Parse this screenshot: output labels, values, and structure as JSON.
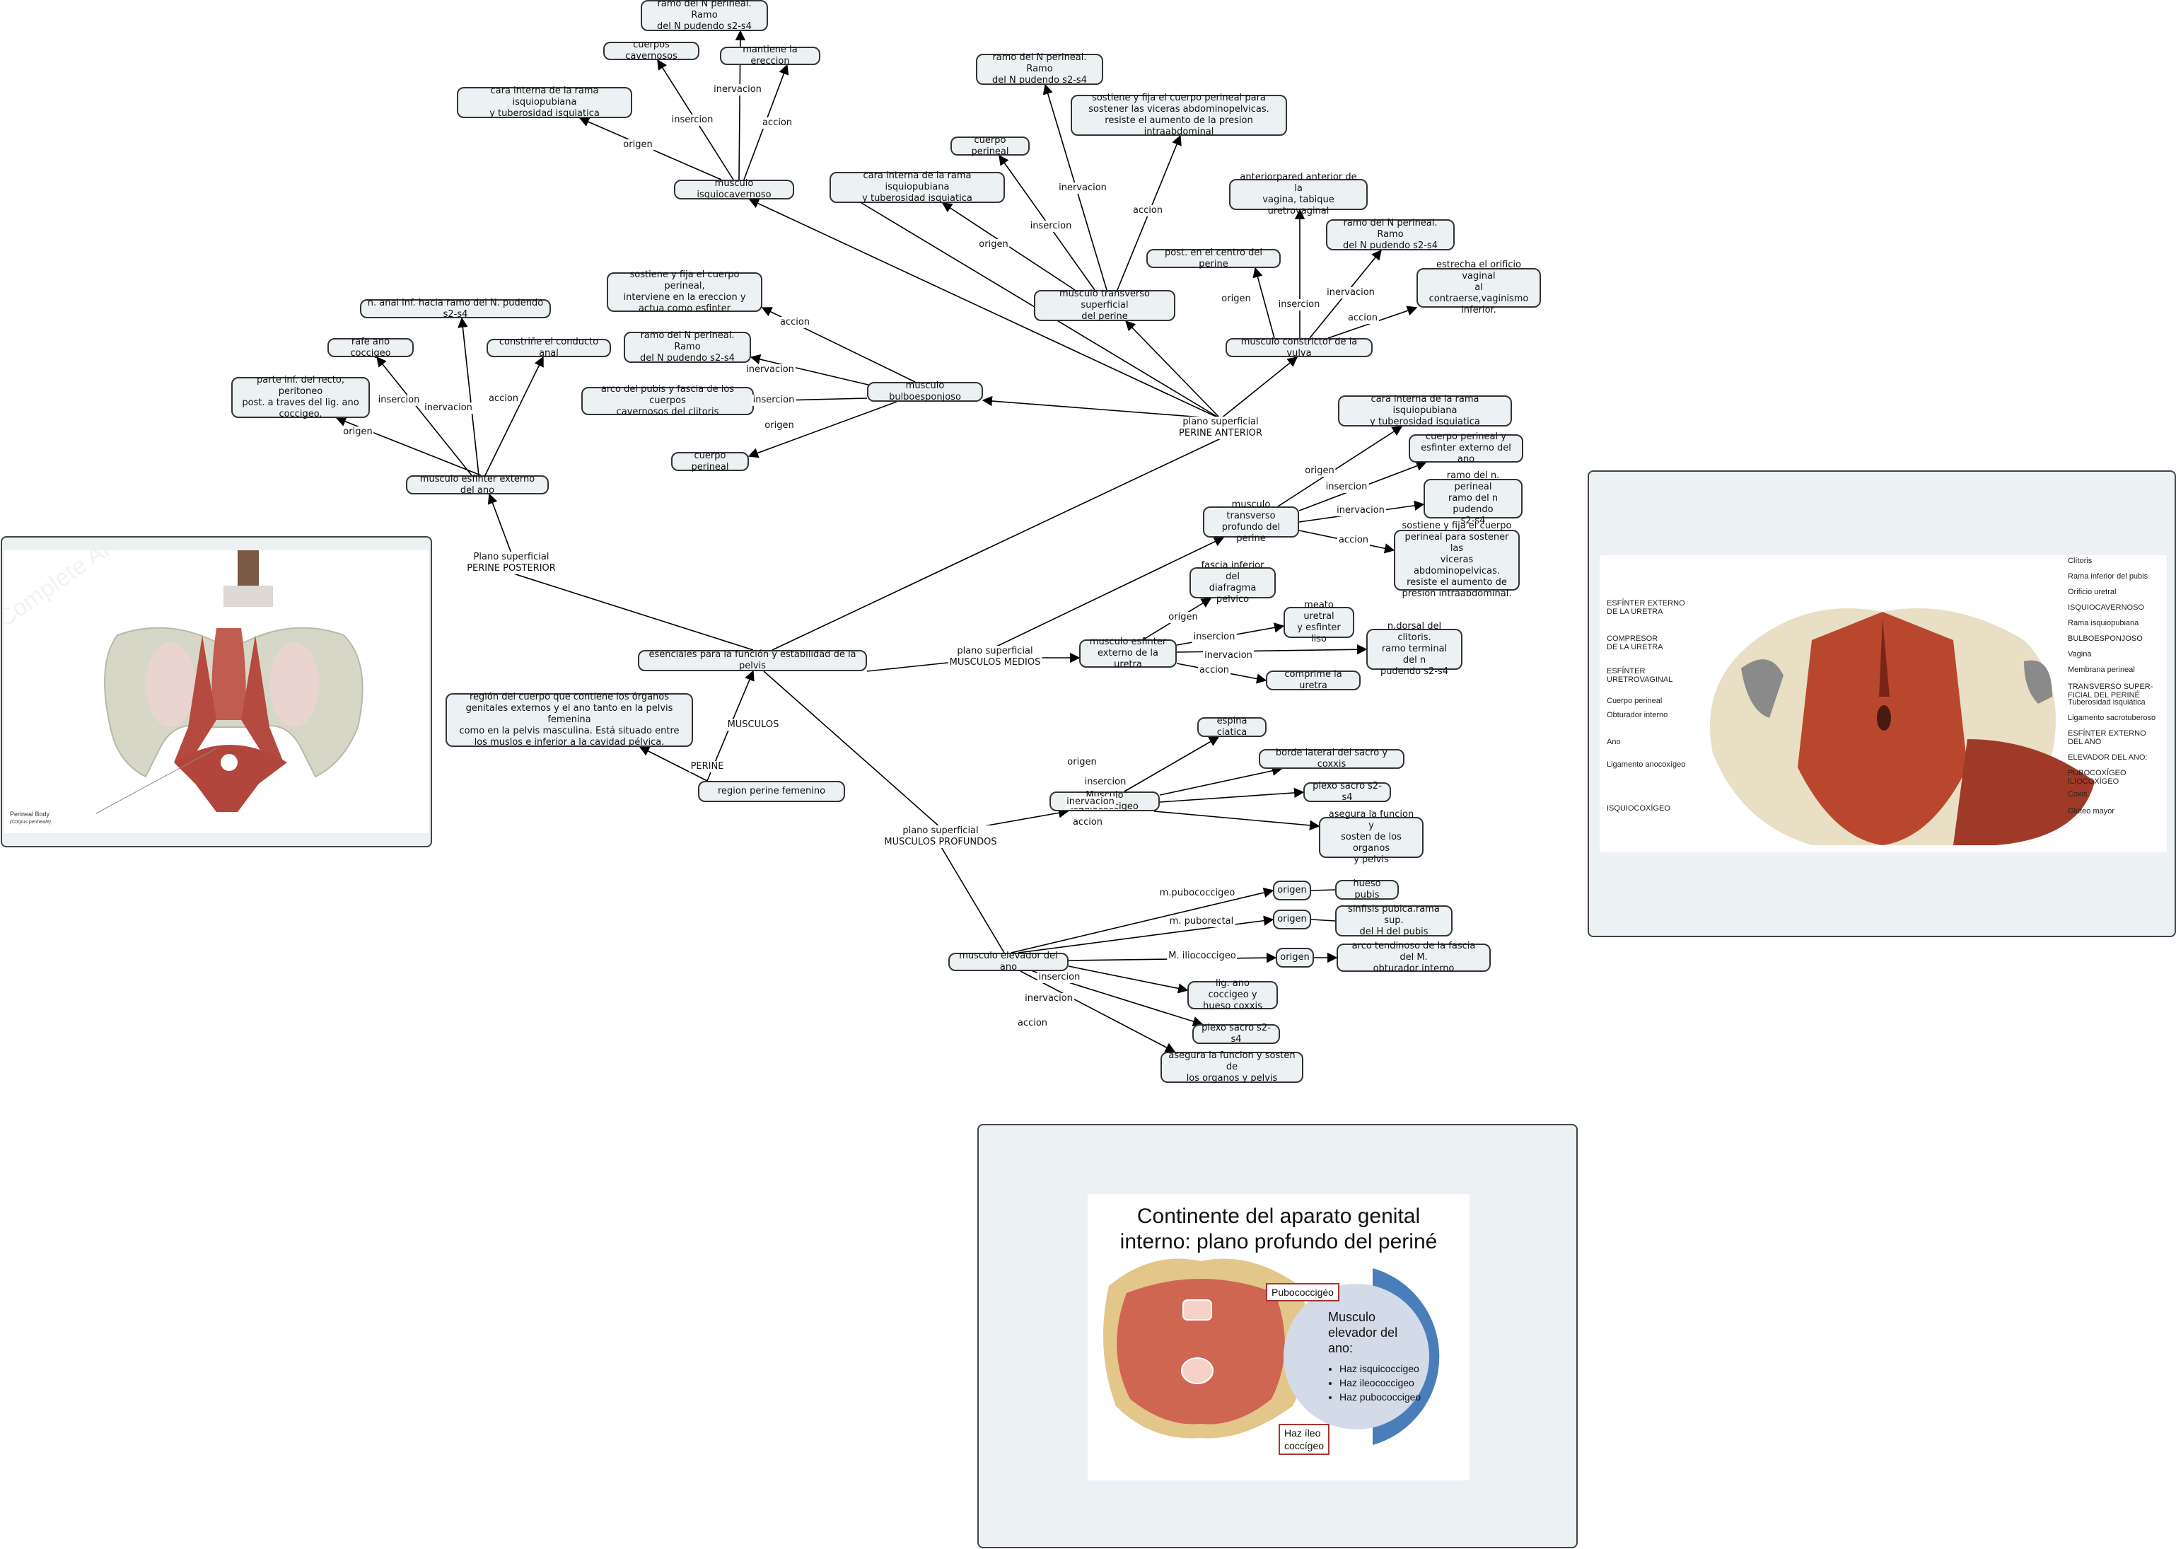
{
  "nodes": {
    "central": "esenciales para la función y estabilidad de la pelvis",
    "region": "region perine femenino",
    "perine_def": "región del cuerpo que contiene los órganos\ngenitales externos y el ano tanto en la pelvis femenina\ncomo en la pelvis masculina. Está situado entre\nlos muslos e inferior a la cavidad pélvica.",
    "isquiocavernoso": "musculo isquiocavernoso",
    "isq_origen": "cara interna de la rama isquiopubiana\ny tuberosidad isquiatica",
    "isq_insercion": "cuerpos cavernosos",
    "isq_inervacion": "ramo del N perineal. Ramo\ndel N pudendo s2-s4",
    "isq_accion": "mantiene la ereccion",
    "transverso_sup": "musculo transverso superficial\ndel perine",
    "ts_origen": "cara interna de la rama isquiopubiana\ny tuberosidad isquiatica",
    "ts_insercion": "cuerpo perineal",
    "ts_inervacion": "ramo del N perineal. Ramo\ndel N pudendo s2-s4",
    "ts_accion": "sostiene y fija el cuerpo perineal para\nsostener las viceras abdominopelvicas.\nresiste el aumento de la presion intraabdominal",
    "constrictor": "musculo constrictor de la vulva",
    "cv_origen": "post. en el centro del perine",
    "cv_insercion": "anteriorpared anterior de la\nvagina, tabique uretrovaginal",
    "cv_inervacion": "ramo del N perineal. Ramo\ndel N pudendo s2-s4",
    "cv_accion": "estrecha el orificio vaginal\nal contraerse,vaginismo\ninferior.",
    "bulbo": "musculo bulboesponjoso",
    "bu_accion": "sostiene y fija el cuerpo perineal,\ninterviene en la ereccion y\nactua como esfinter",
    "bu_inervacion": "ramo del N perineal. Ramo\ndel N pudendo s2-s4",
    "bu_insercion": "arco del pubis y fascia de los cuerpos\ncavernosos del clitoris",
    "bu_origen": "cuerpo perineal",
    "esf_ano": "musculo esfinter externo del ano",
    "ea_origen": "parte inf. del recto, peritoneo\npost. a traves del lig. ano\ncoccigeo.",
    "ea_insercion": "rafe ano coccigeo",
    "ea_inervacion": "n. anal inf. hacia ramo del N. pudendo s2-s4",
    "ea_accion": "constriñe el conducto anal",
    "transverso_prof": "musculo transverso\nprofundo del perine",
    "tp_origen": "cara interna de la rama isquiopubiana\ny tuberosidad isquiatica",
    "tp_insercion": "cuerpo perineal y\nesfinter externo del ano",
    "tp_inervacion": "ramo del n. perineal\nramo del n pudendo\ns2-s4",
    "tp_accion": "sostiene y fija el cuerpo\nperineal para sostener las\nviceras abdominopelvicas.\nresiste el aumento de\npresion intraabdominal.",
    "esf_uretra": "musculo esfinter\nexterno de la uretra",
    "eu_origen": "fascia inferior del\ndiafragma pelvico",
    "eu_insercion": "meato uretral\ny esfinter liso",
    "eu_inervacion": "n.dorsal del clitoris.\nramo terminal del n\npudendo s2-s4",
    "eu_accion": "comprime la uretra",
    "isquiococ": "Musculo isquiococcigeo",
    "ic_origen": "espina ciatica",
    "ic_insercion": "borde lateral del sacro y coxxis",
    "ic_inervacion": "plexo sacro s2-s4",
    "ic_accion": "asegura la funcion y\nsosten de los organos\ny pelvis",
    "elevador": "musculo elevador del ano",
    "el_origen1": "origen",
    "el_origen2": "origen",
    "el_origen3": "origen",
    "el_pubis": "hueso pubis",
    "el_sinfisis": "sinfisis pubica.rama sup.\ndel H del pubis",
    "el_arco": "arco tendinoso de la fascia del M.\nobturador interno",
    "el_insercion": "lig. ano coccigeo y\nhueso coxxis",
    "el_inervacion": "plexo sacro s2-s4",
    "el_accion": "asegura la funcion y sosten de\nlos organos y pelvis"
  },
  "labels": {
    "perine": "PERINE",
    "musculos": "MUSCULOS",
    "perine_posterior": "Plano superficial\nPERINE POSTERIOR",
    "perine_anterior": "plano superficial\nPERINE ANTERIOR",
    "musculos_medios": "plano superficial\nMUSCULOS MEDIOS",
    "musculos_profundos": "plano superficial\nMUSCULOS PROFUNDOS",
    "origen": "origen",
    "insercion": "insercion",
    "inervacion": "inervacion",
    "accion": "accion",
    "pubococcigeo": "m.pubococcigeo",
    "puborectal": "m. puborectal",
    "iliococcigeo": "M. iliococcigeo"
  },
  "images": {
    "left": {
      "alt": "3D pelvic floor muscles render",
      "watermark": "Complete Anatomy",
      "callout": "Perineal Body",
      "callout_sub": "(Corpus perineale)"
    },
    "right": {
      "alt": "Female perineum anatomical illustration",
      "labels_left": [
        "ESFÍNTER EXTERNO\nDE LA URETRA",
        "COMPRESOR\nDE LA URETRA",
        "ESFÍNTER\nURETROVAGINAL",
        "Cuerpo perineal",
        "Obturador interno",
        "Ano",
        "Ligamento anocoxígeo",
        "ISQUIOCOXÍGEO"
      ],
      "labels_right": [
        "Clítoris",
        "Rama inferior del pubis",
        "Orificio uretral",
        "ISQUIOCAVERNOSO",
        "Rama isquiopubiana",
        "BULBOESPONJOSO",
        "Vagina",
        "Membrana perineal",
        "TRANSVERSO SUPER-\nFICIAL DEL PERINÉ",
        "Tuberosidad isquiática",
        "Ligamento sacrotuberoso",
        "ESFÍNTER EXTERNO\nDEL ANO",
        "ELEVADOR DEL ANO:",
        "PUBOCOXÍGEO\nILIOCOXÍGEO",
        "Coxis",
        "Glúteo mayor"
      ]
    },
    "bottom": {
      "title": "Continente del aparato genital\ninterno: plano profundo del periné",
      "box1": "Pubococcigéo",
      "box2": "Haz íleo\ncoccígeo",
      "circle_title": "Musculo\nelevador del\nano:",
      "bullets": [
        "Haz isquicoccigeo",
        "Haz ileococcigeo",
        "Haz pubococcigeo"
      ]
    }
  },
  "colors": {
    "node_fill": "#ecf2f4",
    "node_border": "#333333",
    "panel_fill": "#ecf2f4",
    "muscle": "#b5443a",
    "bone": "#dcd8c4",
    "ring_blue": "#4a7ebb",
    "circle_fill": "#d3dbe8",
    "red_box": "#aa3333"
  }
}
